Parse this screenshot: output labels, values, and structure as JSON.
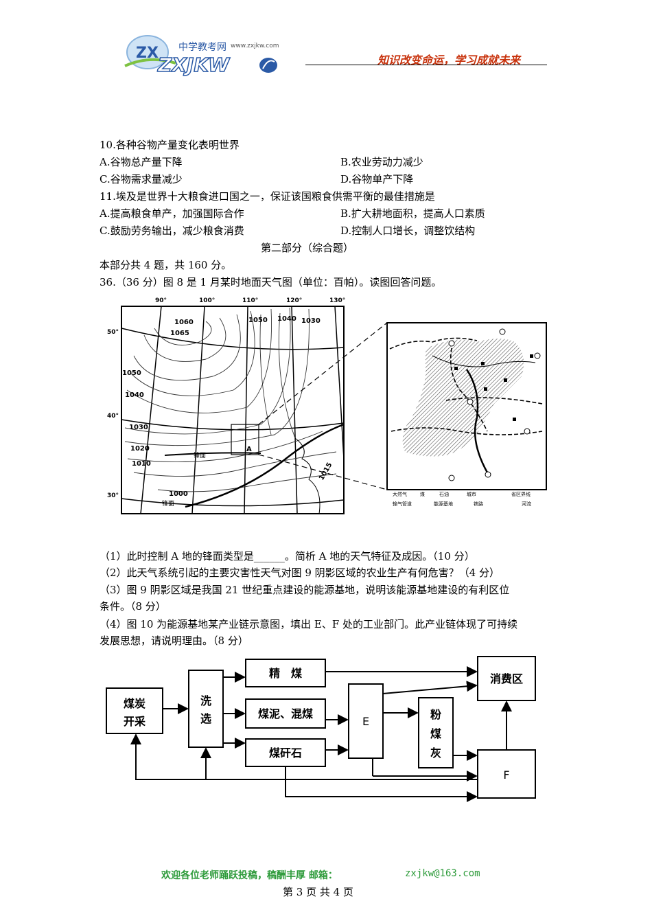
{
  "header": {
    "logo_letters": "ZX",
    "site_name": "中学教考网",
    "site_url": "www.zxjkw.com",
    "logo_wordmark": "ZXJKW",
    "motto": "知识改变命运，学习成就未来"
  },
  "questions": {
    "q10": {
      "stem": "10.各种谷物产量变化表明世界",
      "A": "A.谷物总产量下降",
      "B": "B.农业劳动力减少",
      "C": "C.谷物需求量减少",
      "D": "D.谷物单产下降"
    },
    "q11": {
      "stem": "11.埃及是世界十大粮食进口国之一，保证该国粮食供需平衡的最佳措施是",
      "A": "A.提高粮食单产，加强国际合作",
      "B": "B.扩大耕地面积，提高人口素质",
      "C": "C.鼓励劳务输出，减少粮食消费",
      "D": "D.控制人口增长，调整饮结构"
    },
    "part2_title": "第二部分（综合题）",
    "part2_note": "本部分共 4 题，共 160 分。",
    "q36": {
      "stem": "36.（36 分）图 8 是 1 月某时地面天气图（单位：百帕）。读图回答问题。",
      "sub1": "（1）此时控制 A 地的锋面类型是______。简析 A 地的天气特征及成因。（10 分）",
      "sub2": "（2）此天气系统引起的主要灾害性天气对图 9 阴影区域的农业生产有何危害？（4 分）",
      "sub3_line1": "（3）图 9 阴影区域是我国 21 世纪重点建设的能源基地，说明该能源基地建设的有利区位",
      "sub3_line2": "条件。（8 分）",
      "sub4_line1": "（4）图 10 为能源基地某产业链示意图，填出 E、F 处的工业部门。此产业链体现了可持续",
      "sub4_line2": "发展思想，请说明理由。（8 分）"
    }
  },
  "weather_map": {
    "longitudes": [
      "90°",
      "100°",
      "110°",
      "120°",
      "130°"
    ],
    "latitudes": [
      "50°",
      "40°",
      "30°"
    ],
    "isobars": [
      "1060",
      "1065",
      "1050",
      "1040",
      "1030",
      "1050",
      "1040",
      "1030",
      "1020",
      "1010",
      "1000",
      "1015"
    ],
    "front_labels": [
      "锋面",
      "锋面"
    ],
    "point_label": "A"
  },
  "inset_legend": {
    "items": [
      "大然气",
      "煤",
      "石油",
      "城市",
      "省区界线",
      "输气管道",
      "能源基地",
      "铁路",
      "河流"
    ]
  },
  "flowchart": {
    "coal_mining": [
      "煤炭",
      "开采"
    ],
    "washing": [
      "洗",
      "选"
    ],
    "fine_coal": "精　煤",
    "slime": "煤泥、混煤",
    "gangue": "煤矸石",
    "E": "E",
    "fly_ash": [
      "粉",
      "煤",
      "灰"
    ],
    "consumer": "消费区",
    "F": "F"
  },
  "footer": {
    "invite": "欢迎各位老师踊跃投稿，稿酬丰厚  邮箱：",
    "email": "zxjkw@163.com",
    "page": "第 3 页 共 4 页"
  }
}
